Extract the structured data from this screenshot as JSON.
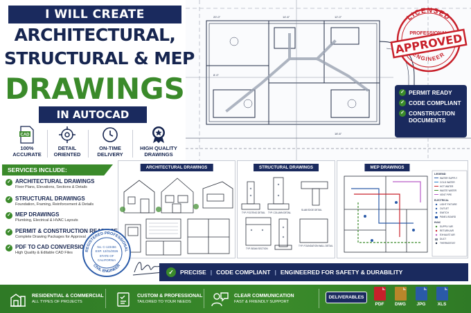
{
  "colors": {
    "navy": "#1a2a5e",
    "green": "#3a8a2a",
    "red": "#c8202a",
    "white": "#ffffff"
  },
  "headline": {
    "top_banner": "I WILL CREATE",
    "line1": "ARCHITECTURAL,",
    "line2": "STRUCTURAL & MEP",
    "line3": "DRAWINGS",
    "bottom_banner": "IN AUTOCAD"
  },
  "features": [
    {
      "icon": "cad-file-icon",
      "badge": "CAD",
      "label_1": "100%",
      "label_2": "ACCURATE"
    },
    {
      "icon": "target-icon",
      "label_1": "DETAIL",
      "label_2": "ORIENTED"
    },
    {
      "icon": "clock-icon",
      "label_1": "ON-TIME",
      "label_2": "DELIVERY"
    },
    {
      "icon": "medal-icon",
      "label_1": "HIGH QUALITY",
      "label_2": "DRAWINGS"
    }
  ],
  "services": {
    "heading": "SERVICES INCLUDE:",
    "items": [
      {
        "title": "ARCHITECTURAL DRAWINGS",
        "subtitle": "Floor Plans, Elevations, Sections & Details"
      },
      {
        "title": "STRUCTURAL DRAWINGS",
        "subtitle": "Foundation, Framing, Reinforcement & Details"
      },
      {
        "title": "MEP DRAWINGS",
        "subtitle": "Plumbing, Electrical & HVAC Layouts"
      },
      {
        "title": "PERMIT & CONSTRUCTION READY SETS",
        "subtitle": "Complete Drawing Packages for Approval"
      },
      {
        "title": "PDF TO CAD CONVERSION",
        "subtitle": "High Quality & Editable CAD Files"
      }
    ]
  },
  "checklist": [
    "PERMIT READY",
    "CODE COMPLIANT",
    "CONSTRUCTION DOCUMENTS"
  ],
  "stamp": {
    "top": "LICENSED",
    "middle": "PROFESSIONAL",
    "main": "APPROVED",
    "bottom": "ENGINEER"
  },
  "panels": [
    {
      "title": "ARCHITECTURAL DRAWINGS"
    },
    {
      "title": "STRUCTURAL DRAWINGS",
      "labels": [
        "TYP. FOOTING DETAIL",
        "TYP. COLUMN DETAIL",
        "SLAB EDGE DETAIL",
        "TYP. BEAM SECTION",
        "TYP. FOUNDATION WALL DETAIL"
      ]
    },
    {
      "title": "MEP DRAWINGS",
      "legend_title": "LEGEND",
      "legend": [
        "WATER SUPPLY",
        "COLD WATER",
        "HOT WATER",
        "WASTE WATER",
        "VENT PIPE"
      ],
      "electrical_title": "ELECTRICAL",
      "electrical": [
        "LIGHT FIXTURE",
        "OUTLET",
        "SWITCH",
        "PANEL BOARD"
      ],
      "hvac_title": "HVAC",
      "hvac": [
        "SUPPLY AIR",
        "RETURN AIR",
        "EXHAUST AIR",
        "DUCT",
        "THERMOSTAT"
      ]
    }
  ],
  "seal": {
    "ring": "REGISTERED PROFESSIONAL",
    "ring_bottom": "CIVIL ENGINEER",
    "line1": "No. C-123456",
    "line2": "EXP. 12/31/2026",
    "line3": "STATE OF",
    "line4": "CALIFORNIA"
  },
  "tagline": {
    "part1": "PRECISE",
    "part2": "CODE COMPLIANT",
    "part3": "ENGINEERED FOR SAFETY & DURABILITY"
  },
  "footer": {
    "items": [
      {
        "icon": "buildings-icon",
        "title": "RESIDENTIAL & COMMERCIAL",
        "subtitle": "ALL TYPES OF PROJECTS"
      },
      {
        "icon": "checklist-icon",
        "title": "CUSTOM & PROFESSIONAL",
        "subtitle": "TAILORED TO YOUR NEEDS"
      },
      {
        "icon": "chat-icon",
        "title": "CLEAR COMMUNICATION",
        "subtitle": "FAST & FRIENDLY SUPPORT"
      }
    ],
    "deliverables_label": "DELIVERABLES",
    "files": [
      {
        "label": "PDF",
        "color": "#c8202a"
      },
      {
        "label": "DWG",
        "color": "#b8862a"
      },
      {
        "label": "JPG",
        "color": "#2a5aa8"
      },
      {
        "label": "XLS",
        "color": "#2a5aa8"
      }
    ]
  }
}
